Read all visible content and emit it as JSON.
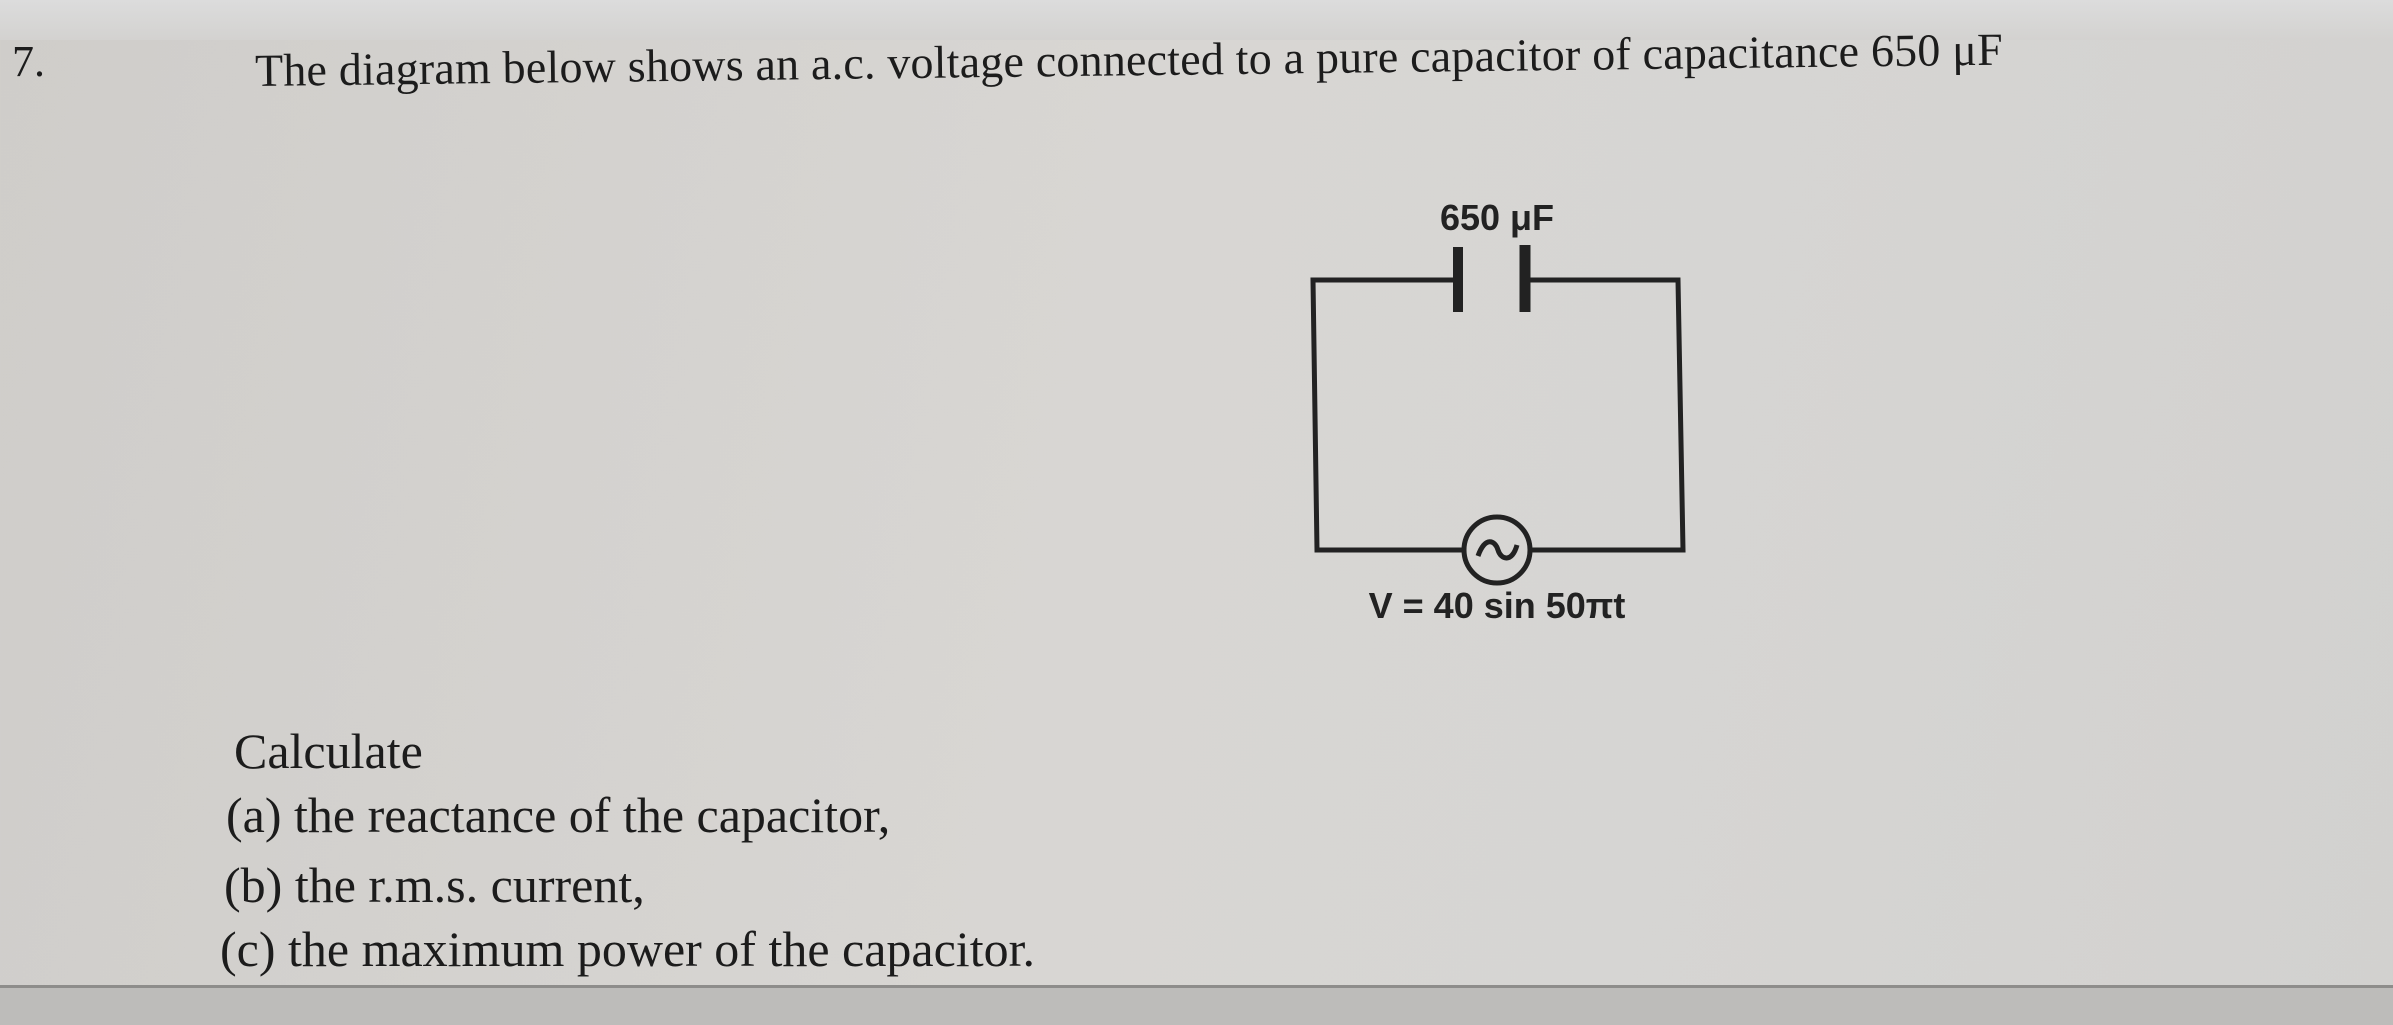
{
  "question": {
    "number": "7.",
    "stem": "The diagram below shows an a.c. voltage connected to a pure capacitor of capacitance 650 μF",
    "instruction": "Calculate",
    "parts": [
      {
        "label": "(a)",
        "text": "the reactance of the capacitor,"
      },
      {
        "label": "(b)",
        "text": "the r.m.s. current,"
      },
      {
        "label": "(c)",
        "text": "the maximum power of the capacitor."
      }
    ]
  },
  "diagram": {
    "capacitor_label": "650 μF",
    "source_label": "V = 40 sin 50πt",
    "components": [
      "capacitor-icon",
      "ac-source-icon"
    ]
  }
}
